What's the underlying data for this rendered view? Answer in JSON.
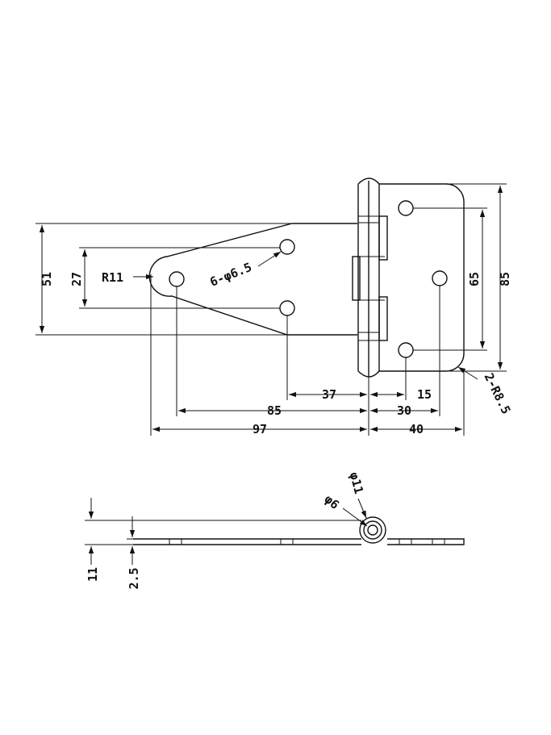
{
  "dimensions": {
    "d51": "51",
    "d27": "27",
    "r11": "R11",
    "holes": "6-φ6.5",
    "d65": "65",
    "d85v": "85",
    "r85": "2-R8.5",
    "d37": "37",
    "d15": "15",
    "d85h": "85",
    "d30": "30",
    "d97": "97",
    "d40": "40",
    "d11": "11",
    "d25": "2.5",
    "phi11": "φ11",
    "phi6": "φ6"
  }
}
